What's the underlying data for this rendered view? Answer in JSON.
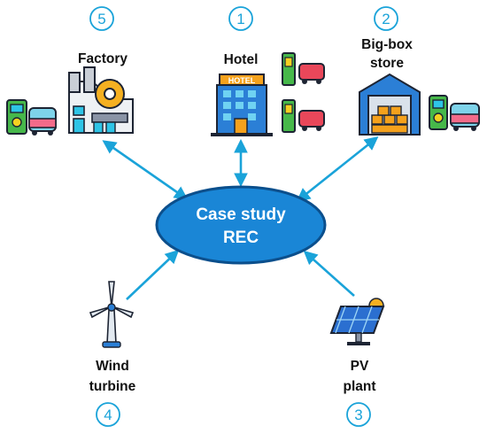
{
  "center": {
    "line1": "Case study",
    "line2": "REC"
  },
  "nodes": {
    "factory": {
      "number": "5",
      "label_lines": [
        "Factory"
      ]
    },
    "hotel": {
      "number": "1",
      "label_lines": [
        "Hotel"
      ],
      "sign": "HOTEL"
    },
    "bigbox": {
      "number": "2",
      "label_lines": [
        "Big-box",
        "store"
      ]
    },
    "wind": {
      "number": "4",
      "label_lines": [
        "Wind",
        "turbine"
      ]
    },
    "pv": {
      "number": "3",
      "label_lines": [
        "PV",
        "plant"
      ]
    }
  },
  "colors": {
    "accent": "#1aa3d9",
    "ellipse_fill": "#1a86d6",
    "ellipse_stroke": "#0b4f8c",
    "arrow": "#1aa3d9"
  },
  "icons": {
    "factory": "factory-icon",
    "hotel": "hotel-building-icon",
    "bigbox": "warehouse-icon",
    "wind": "wind-turbine-icon",
    "pv": "solar-panel-icon",
    "ev_charger": "ev-charger-icon"
  }
}
